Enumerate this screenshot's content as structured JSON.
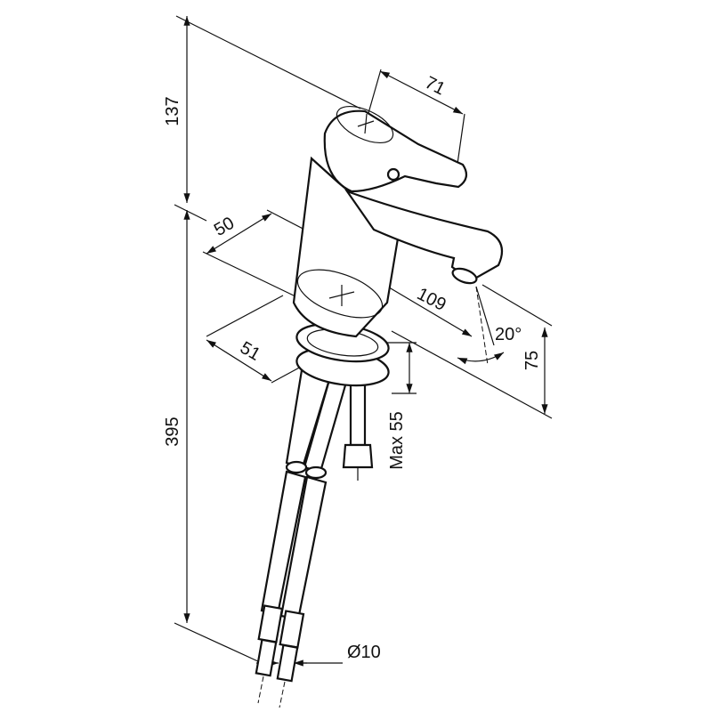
{
  "dimensions": {
    "height_upper": "137",
    "height_total": "395",
    "lever_length": "71",
    "body_diameter": "50",
    "spout_reach": "109",
    "base_diameter": "51",
    "spout_angle": "20°",
    "spout_height": "75",
    "max_thickness": "Max 55",
    "hose_diameter": "Ø10"
  }
}
